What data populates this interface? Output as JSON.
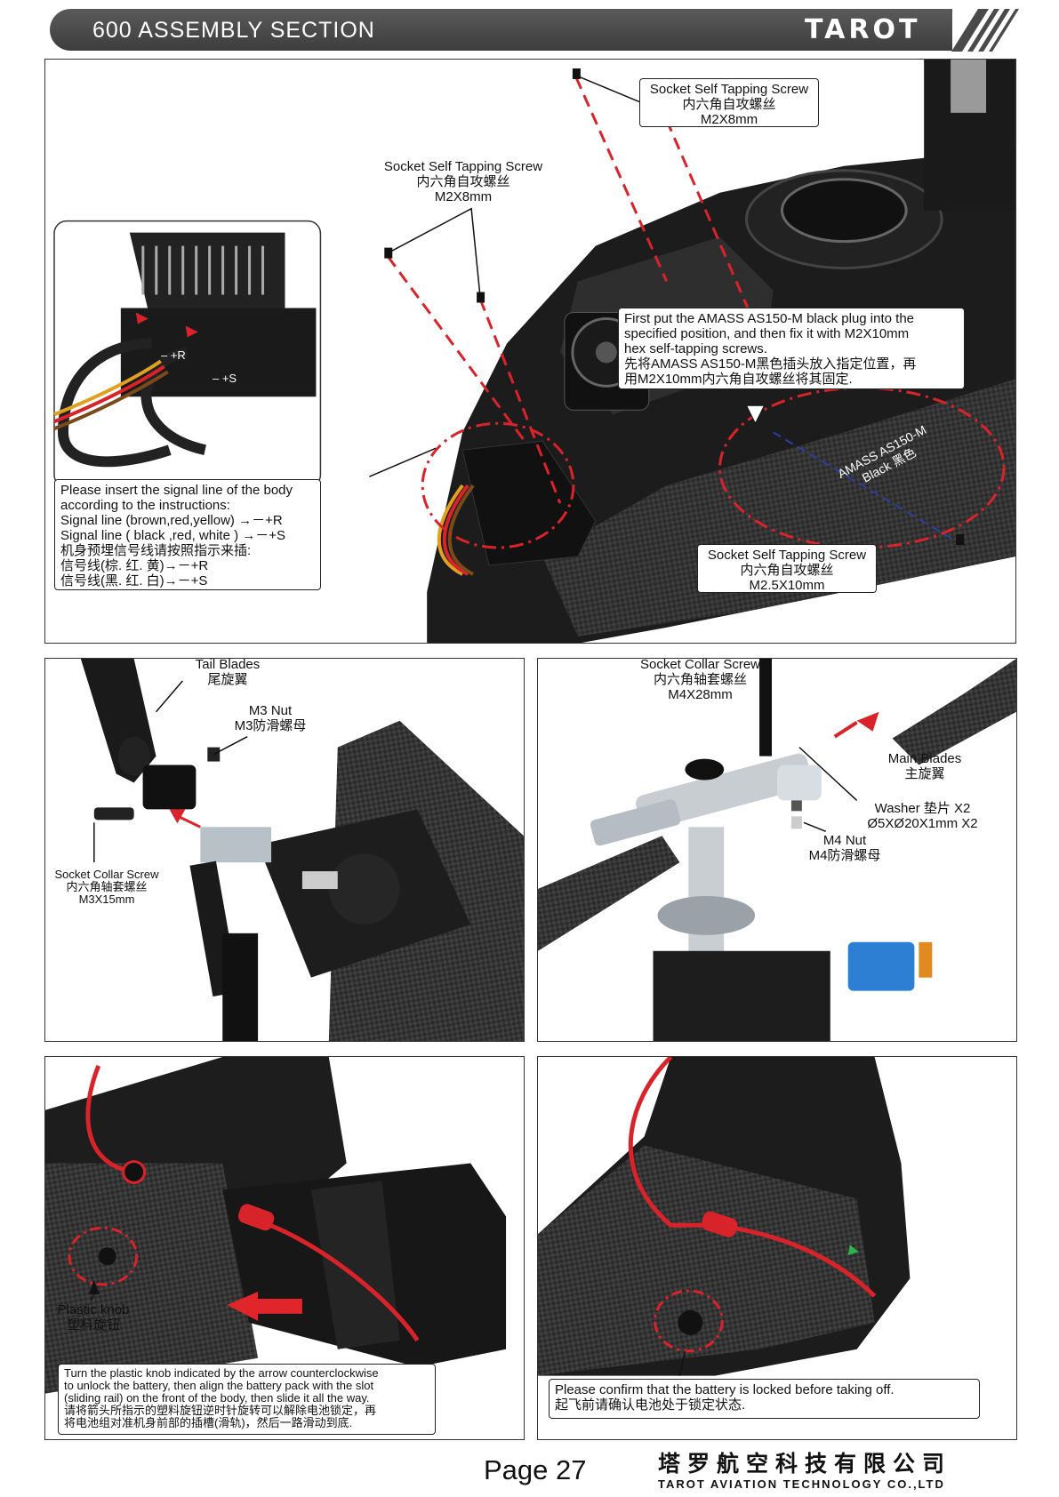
{
  "header": {
    "section_title": "600  ASSEMBLY  SECTION",
    "logo": "TAROT"
  },
  "panel1": {
    "screw_top_right": [
      "Socket Self Tapping Screw",
      "内六角自攻螺丝",
      "M2X8mm"
    ],
    "screw_top_center": [
      "Socket Self Tapping Screw",
      "内六角自攻螺丝",
      "M2X8mm"
    ],
    "instruction": [
      "First put the AMASS AS150-M black plug into the",
      "specified position, and then fix it with M2X10mm",
      "hex self-tapping screws.",
      "先将AMASS AS150-M黑色插头放入指定位置，再",
      "用M2X10mm内六角自攻螺丝将其固定."
    ],
    "plug_label": [
      "AMASS AS150-M",
      "Black 黑色"
    ],
    "screw_bottom_right": [
      "Socket Self Tapping Screw",
      "内六角自攻螺丝",
      "M2.5X10mm"
    ],
    "signal_note": [
      "Please insert the signal line of the body",
      "according to the instructions:",
      "Signal line (brown,red,yellow) →－+R",
      "Signal line ( black ,red, white ) →－+S",
      "机身预埋信号线请按照指示来插:",
      "信号线(棕. 红. 黄)→－+R",
      "信号线(黑. 红. 白)→－+S"
    ],
    "esc_marks": [
      "–  +R",
      "–  +S"
    ]
  },
  "panel2": {
    "tail_blades": [
      "Tail Blades",
      "尾旋翼"
    ],
    "m3_nut": [
      "M3 Nut",
      "M3防滑螺母"
    ],
    "collar_screw": [
      "Socket Collar Screw",
      "内六角轴套螺丝",
      "M3X15mm"
    ]
  },
  "panel3": {
    "collar_screw": [
      "Socket Collar Screw",
      "内六角轴套螺丝",
      "M4X28mm"
    ],
    "main_blades": [
      "Main Blades",
      "主旋翼"
    ],
    "washer": [
      "Washer 垫片 X2",
      "Ø5XØ20X1mm X2"
    ],
    "m4_nut": [
      "M4 Nut",
      "M4防滑螺母"
    ]
  },
  "panel4": {
    "knob": [
      "Plastic knob",
      "塑料旋钮"
    ],
    "instruction": [
      "Turn the plastic knob indicated by the arrow counterclockwise",
      "to unlock the battery, then align the battery pack with the slot",
      "(sliding rail) on the front of the body, then slide it all the way.",
      "请将箭头所指示的塑料旋钮逆时针旋转可以解除电池锁定，再",
      "将电池组对准机身前部的插槽(滑轨)，然后一路滑动到底."
    ]
  },
  "panel5": {
    "instruction": [
      "Please confirm that the battery is locked before taking off.",
      "起飞前请确认电池处于锁定状态."
    ]
  },
  "footer": {
    "page": "Page 27",
    "company_cn": "塔罗航空科技有限公司",
    "company_en": "TAROT AVIATION TECHNOLOGY CO.,LTD"
  },
  "colors": {
    "header_bar": "#4a4a4a",
    "dash_red": "#d9232a",
    "accent_red": "#e0262b",
    "carbon": "#2a2a2a"
  }
}
